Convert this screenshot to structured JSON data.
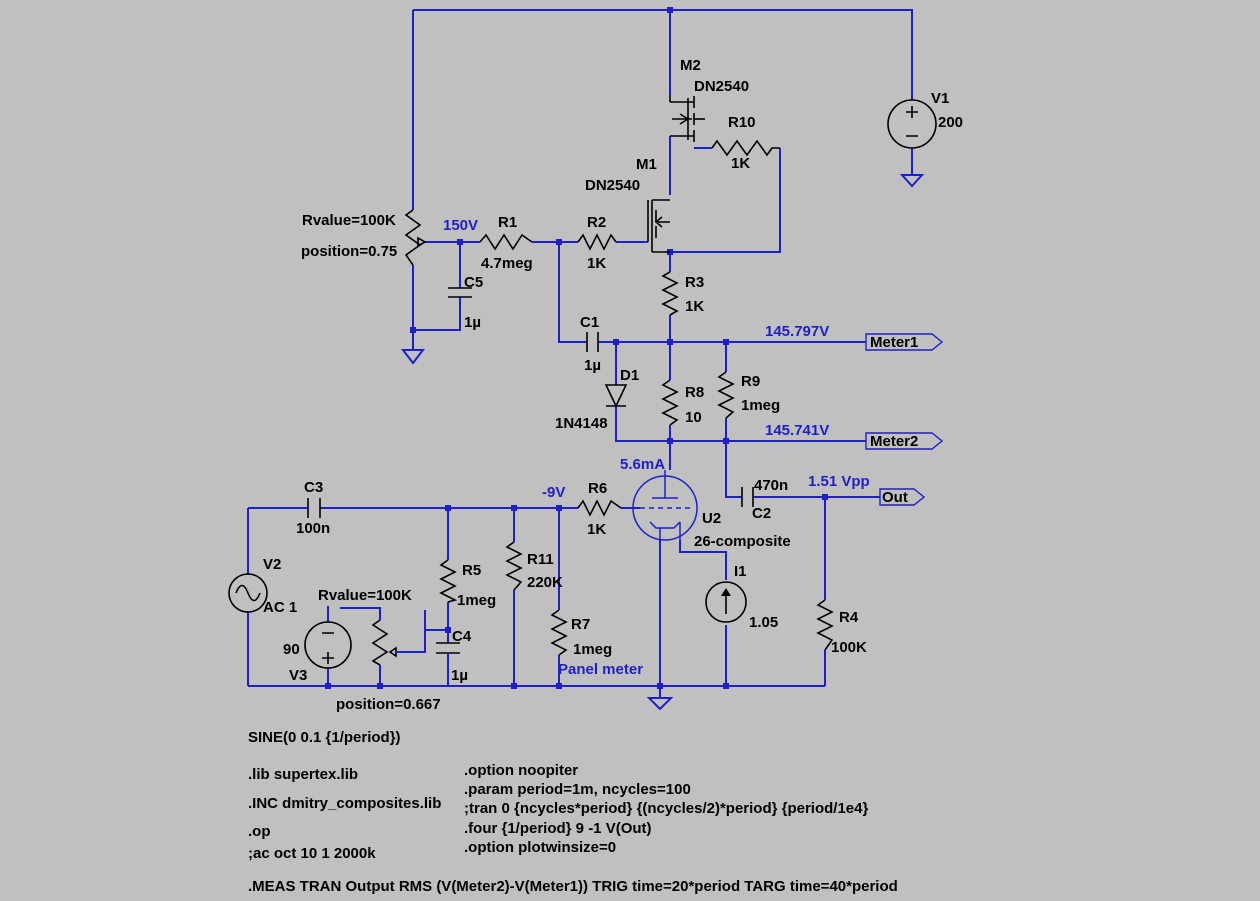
{
  "components": {
    "m2": {
      "ref": "M2",
      "model": "DN2540"
    },
    "m1": {
      "ref": "M1",
      "model": "DN2540"
    },
    "v1": {
      "ref": "V1",
      "value": "200"
    },
    "r10": {
      "ref": "R10",
      "value": "1K"
    },
    "pot1": {
      "rvalue": "Rvalue=100K",
      "position": "position=0.75"
    },
    "r1": {
      "ref": "R1",
      "value": "4.7meg"
    },
    "r2": {
      "ref": "R2",
      "value": "1K"
    },
    "c5": {
      "ref": "C5",
      "value": "1µ"
    },
    "r3": {
      "ref": "R3",
      "value": "1K"
    },
    "c1": {
      "ref": "C1",
      "value": "1µ"
    },
    "d1": {
      "ref": "D1",
      "model": "1N4148"
    },
    "r8": {
      "ref": "R8",
      "value": "10"
    },
    "r9": {
      "ref": "R9",
      "value": "1meg"
    },
    "c3": {
      "ref": "C3",
      "value": "100n"
    },
    "r6": {
      "ref": "R6",
      "value": "1K"
    },
    "u2": {
      "ref": "U2",
      "model": "26-composite"
    },
    "c2": {
      "ref": "C2",
      "value": "470n"
    },
    "v2": {
      "ref": "V2",
      "value": "AC 1"
    },
    "r5": {
      "ref": "R5",
      "value": "1meg"
    },
    "r11": {
      "ref": "R11",
      "value": "220K"
    },
    "i1": {
      "ref": "I1",
      "value": "1.05"
    },
    "pot2": {
      "rvalue": "Rvalue=100K",
      "position": "position=0.667"
    },
    "c4": {
      "ref": "C4",
      "value": "1µ"
    },
    "r7": {
      "ref": "R7",
      "value": "1meg"
    },
    "v3": {
      "ref": "V3",
      "value": "90"
    },
    "r4": {
      "ref": "R4",
      "value": "100K"
    }
  },
  "annotations": {
    "bias_node": "150V",
    "meter1_v": "145.797V",
    "meter2_v": "145.741V",
    "cathode_current": "5.6mA",
    "grid_v": "-9V",
    "out_vpp": "1.51 Vpp",
    "panel_meter": "Panel meter"
  },
  "ports": {
    "meter1": "Meter1",
    "meter2": "Meter2",
    "out": "Out"
  },
  "directives": {
    "sine": "SINE(0 0.1 {1/period})",
    "lib": ".lib supertex.lib",
    "inc": ".INC dmitry_composites.lib",
    "op": ".op",
    "ac": ";ac oct 10 1 2000k",
    "noopiter": ".option noopiter",
    "param": ".param period=1m, ncycles=100",
    "tran": ";tran 0 {ncycles*period} {(ncycles/2)*period} {period/1e4}",
    "four": ".four {1/period} 9 -1 V(Out)",
    "plotwin": ".option plotwinsize=0",
    "meas": ".MEAS TRAN Output RMS (V(Meter2)-V(Meter1)) TRIG time=20*period TARG time=40*period"
  },
  "colors": {
    "background": "#c0c0c0",
    "wire": "#1f1fc8",
    "part": "#000000"
  }
}
